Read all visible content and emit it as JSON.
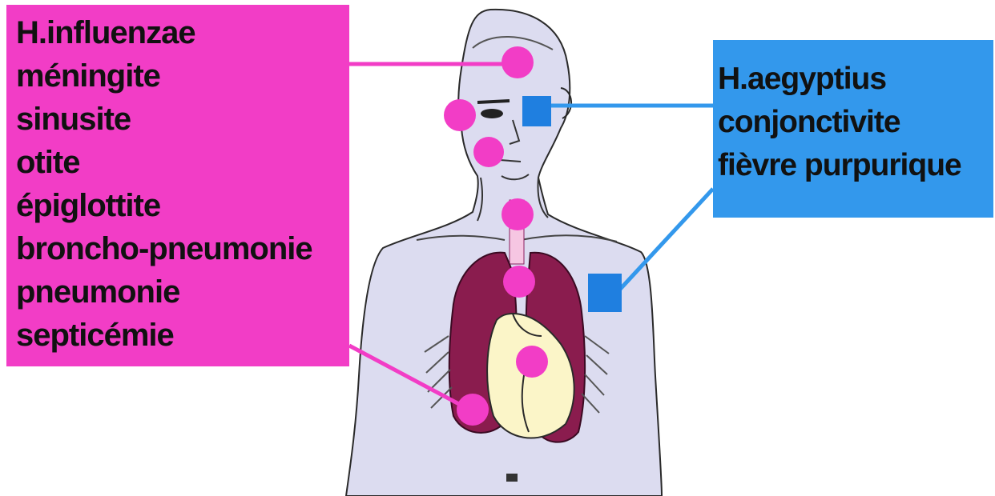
{
  "colors": {
    "pink": "#f23dc6",
    "blue": "#3398ec",
    "body_fill": "#dcdcf0",
    "lung_fill": "#8a1c4e",
    "heart_fill": "#fbf5c8",
    "outline": "#2a2a2a"
  },
  "left_label": {
    "title": "H.influenzae",
    "items": [
      "méningite",
      "sinusite",
      "otite",
      "épiglottite",
      "broncho-pneumonie",
      "pneumonie",
      "septicémie"
    ]
  },
  "right_label": {
    "title": "H.aegyptius",
    "items": [
      "conjonctivite",
      "fièvre purpurique"
    ]
  }
}
